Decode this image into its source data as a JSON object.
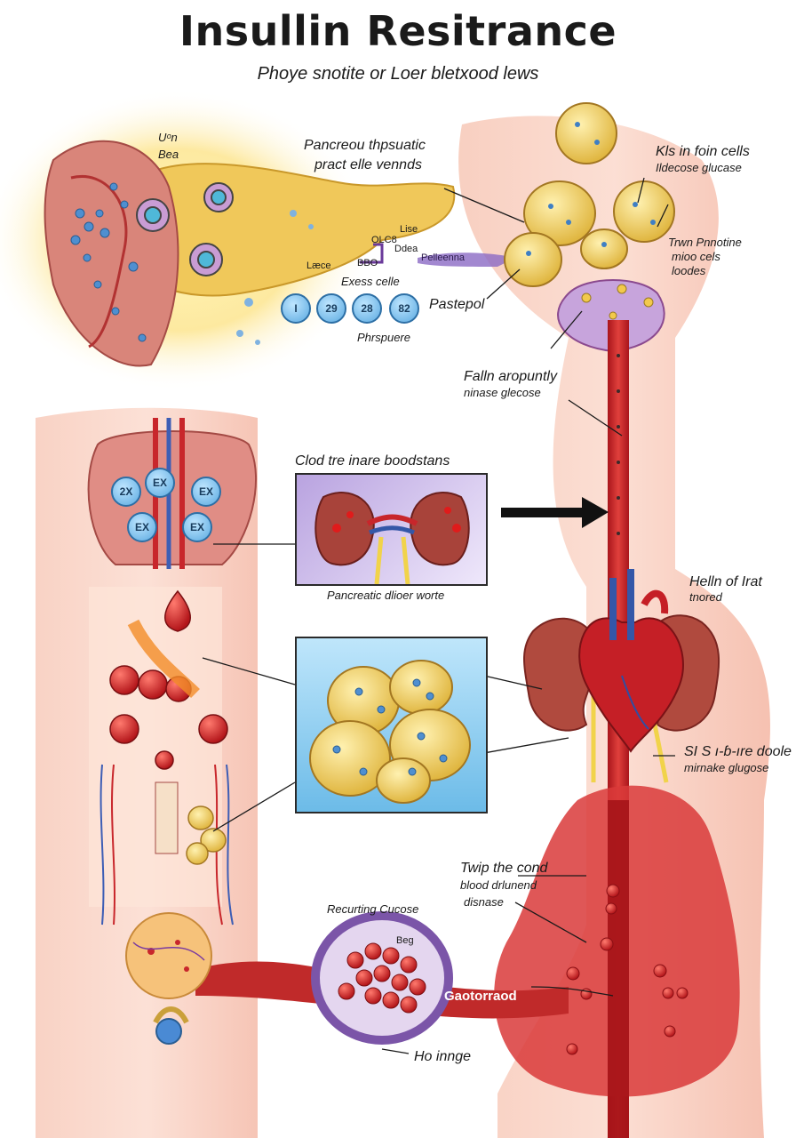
{
  "header": {
    "title": "Insullin Resitrance",
    "subtitle": "Phoye snotite or Loer bletxood lews"
  },
  "labels": {
    "un_bea_1": "Uᵒn",
    "un_bea_2": "Bea",
    "pancreas_1": "Pancreou thpsuatic",
    "pancreas_2": "pract elle vennds",
    "lise": "Lise",
    "lise2": "Læce",
    "olce": "OLC8",
    "ddea": "Ddea",
    "bbo": "BBO",
    "excess_cells": "Exess celle",
    "phrspuere": "Phrspuere",
    "pancreatic_pointer": "Pelleenna",
    "pastepol": "Pastepol",
    "kis_1": "Kls in foin cells",
    "kis_2": "Ildecose glucase",
    "trwn_1": "Trwn Pnnotine",
    "trwn_2": "mioo cels",
    "trwn_3": "loodes",
    "falln_1": "Falln aropuntly",
    "falln_2": "ninase glecose",
    "clod": "Clod tre inare boodstans",
    "pancreatic_panel": "Pancreatic dlioer worte",
    "helln_1": "Helln of Irat",
    "helln_2": "tnored",
    "si_1": "SI S ı-ɓ-ıre doole",
    "si_2": "mirnake glugose",
    "twip_1": "Twip the cond",
    "twip_2": "blood drlunend",
    "twip_3": "disnase",
    "recurting": "Recurting Cucose",
    "beg": "Beg",
    "gaotorraod": "Gaotorraod",
    "ho_innge": "Ho innge"
  },
  "bubbles_top": [
    "I",
    "29",
    "28",
    "82"
  ],
  "bubbles_left": [
    "2X",
    "EX",
    "EX",
    "EX",
    "EX"
  ],
  "colors": {
    "tissue_pink": "#f4b6a3",
    "vessel_red": "#c8262b",
    "pancreas_yellow": "#f2cf63",
    "cell_blue": "#5aa9e0",
    "panel_purple": "#c9b7e6",
    "panel_blue": "#8fcdf0",
    "gut_purple": "#7b55a8"
  }
}
